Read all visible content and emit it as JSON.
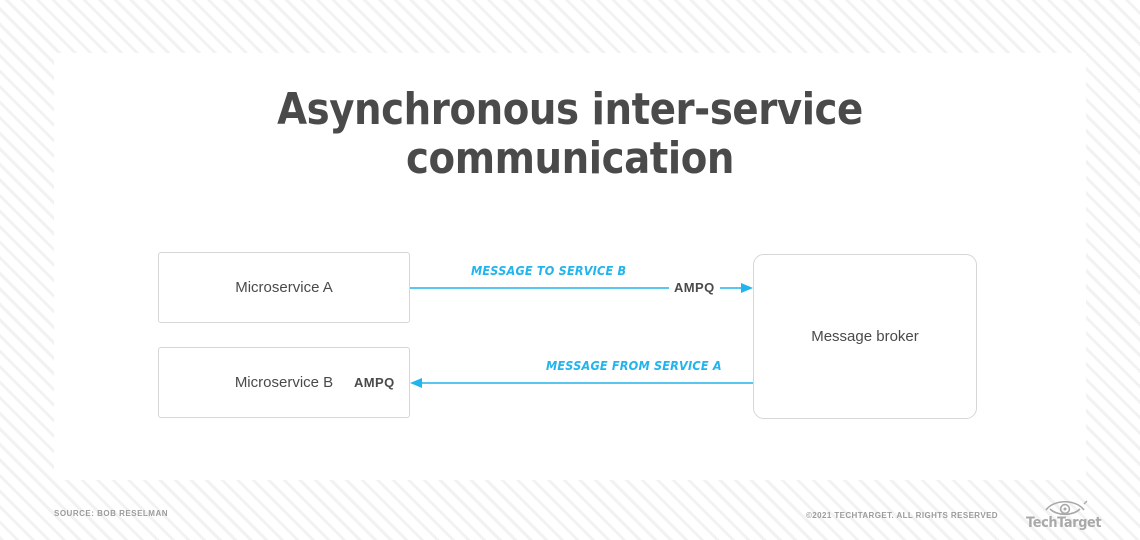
{
  "slide": {
    "title": "Asynchronous inter-service communication",
    "title_line_1": "Asynchronous inter-service",
    "title_line_2": "communication"
  },
  "diagram": {
    "nodes": [
      {
        "id": "service-a",
        "label": "Microservice A"
      },
      {
        "id": "service-b",
        "label": "Microservice B"
      },
      {
        "id": "broker",
        "label": "Message broker"
      }
    ],
    "connectors": [
      {
        "id": "a-to-broker",
        "from": "service-a",
        "to": "broker",
        "direction": "right",
        "protocol_label": "AMPQ",
        "message_label": "MESSAGE TO SERVICE B"
      },
      {
        "id": "broker-to-b",
        "from": "broker",
        "to": "service-b",
        "direction": "left",
        "protocol_label": "AMPQ",
        "message_label": "MESSAGE FROM SERVICE A"
      }
    ]
  },
  "footer": {
    "source": "SOURCE: BOB RESELMAN",
    "copyright": "©2021 TECHTARGET. ALL RIGHTS RESERVED",
    "brand": "TechTarget"
  },
  "colors": {
    "accent": "#22b4ec",
    "text_dark": "#4a4a4a",
    "border": "#d6d6d6",
    "footer_text": "#9b9b9b",
    "card": "#ffffff"
  }
}
